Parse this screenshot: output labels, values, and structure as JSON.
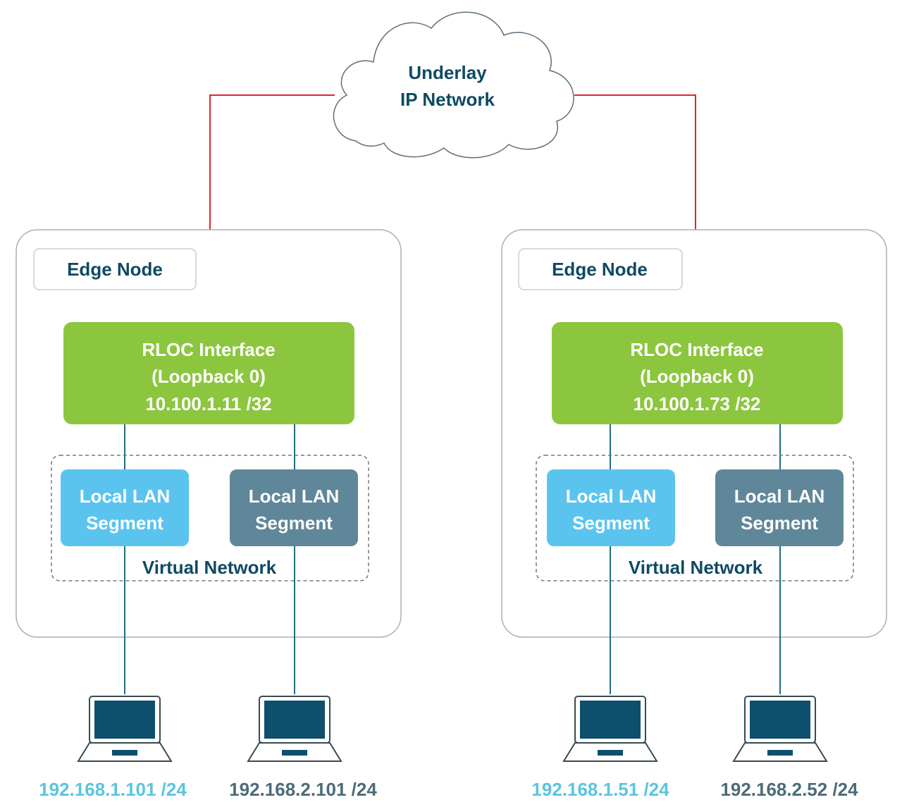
{
  "cloud": {
    "line1": "Underlay",
    "line2": "IP Network"
  },
  "colors": {
    "underlay_link": "#e0262d",
    "rloc_fill": "#8cc63f",
    "segment_a_fill": "#5bc4ee",
    "segment_b_fill": "#5f8799",
    "dark_text": "#0e4a63",
    "ip_a_text": "#5bc4e0",
    "ip_b_text": "#4d6b78",
    "laptop_screen": "#0d4f6c"
  },
  "nodes": [
    {
      "title": "Edge Node",
      "rloc": {
        "line1": "RLOC Interface",
        "line2": "(Loopback 0)",
        "ip": "10.100.1.11 /32"
      },
      "segment_a": {
        "line1": "Local LAN",
        "line2": "Segment"
      },
      "segment_b": {
        "line1": "Local LAN",
        "line2": "Segment"
      },
      "virtual_network": "Virtual Network",
      "host_a_ip": "192.168.1.101 /24",
      "host_b_ip": "192.168.2.101 /24"
    },
    {
      "title": "Edge Node",
      "rloc": {
        "line1": "RLOC Interface",
        "line2": "(Loopback 0)",
        "ip": "10.100.1.73 /32"
      },
      "segment_a": {
        "line1": "Local LAN",
        "line2": "Segment"
      },
      "segment_b": {
        "line1": "Local LAN",
        "line2": "Segment"
      },
      "virtual_network": "Virtual Network",
      "host_a_ip": "192.168.1.51 /24",
      "host_b_ip": "192.168.2.52 /24"
    }
  ]
}
